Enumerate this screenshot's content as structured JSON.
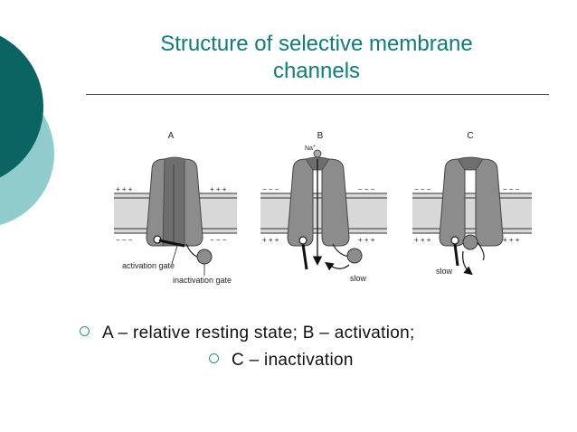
{
  "slide": {
    "title_line1": "Structure of selective membrane",
    "title_line2": "channels",
    "colors": {
      "title": "#107b78",
      "dark_circle": "#0b6461",
      "light_circle": "#8fcccb",
      "bullet": "#2a8f8a",
      "channel": "#8c8c8c",
      "membrane": "#d8d8d8"
    }
  },
  "figure": {
    "panel_labels": [
      "A",
      "B",
      "C"
    ],
    "ion_label": "Na",
    "ion_charge": "+",
    "charge_plus": "+ + +",
    "charge_minus": "− − −",
    "activation_gate_label": "activation gate",
    "inactivation_gate_label": "inactivation gate",
    "slow_label": "slow"
  },
  "bullets": [
    "A – relative resting state; B – activation;",
    "C – inactivation"
  ]
}
